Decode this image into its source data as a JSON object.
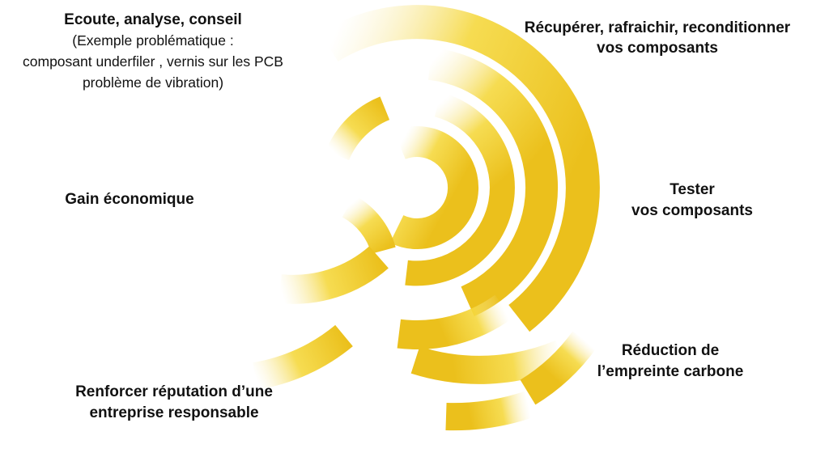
{
  "figure": {
    "background_color": "#ffffff",
    "accent_yellow": "#EBC01C",
    "accent_yellow_light": "#F5D83E",
    "graphic": "radial-burst-of-yellow-arcs",
    "labels": {
      "top_left": {
        "title": "Ecoute, analyse, conseil",
        "sub_lines": [
          "(Exemple problématique :",
          "composant underfiler , vernis sur les PCB",
          "problème de vibration)"
        ]
      },
      "top_right": {
        "lines": [
          "Récupérer, rafraichir, reconditionner",
          "vos composants"
        ]
      },
      "mid_left": {
        "lines": [
          "Gain économique"
        ]
      },
      "mid_right": {
        "lines": [
          "Tester",
          "vos composants"
        ]
      },
      "bottom_right": {
        "lines": [
          "Réduction de",
          "l’empreinte carbone"
        ]
      },
      "bottom_left": {
        "lines": [
          "Renforcer réputation d’une",
          "entreprise responsable"
        ]
      }
    }
  }
}
